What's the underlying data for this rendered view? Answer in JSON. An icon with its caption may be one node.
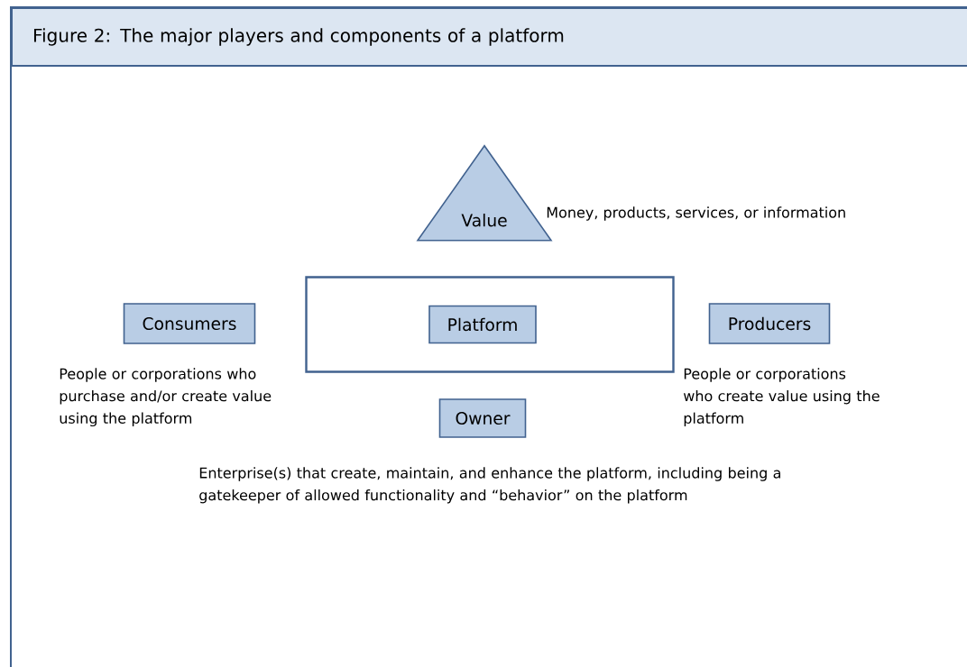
{
  "diagram": {
    "title": "Figure 2: The major players and components of a platform",
    "nodes": [
      {
        "text": [
          "Value"
        ],
        "beside": [
          "Money, products, services, or information"
        ]
      },
      {
        "text": [],
        "shape": "box"
      },
      {
        "text": [
          "Platform"
        ],
        "in": 1
      },
      {
        "text": [
          "Consumers"
        ],
        "beside": [
          "People or corporations who purchase and/or create value using the platform"
        ]
      },
      {
        "text": [
          "Producers"
        ],
        "beside": [
          "People or corporations who create value using the platform"
        ]
      },
      {
        "text": [
          "Owner"
        ],
        "beside": [
          "Enterprise(s) that create, maintain, and enhance the platform, including being a gatekeeper of allowed functionality and “behavior” on the platform"
        ]
      }
    ]
  }
}
